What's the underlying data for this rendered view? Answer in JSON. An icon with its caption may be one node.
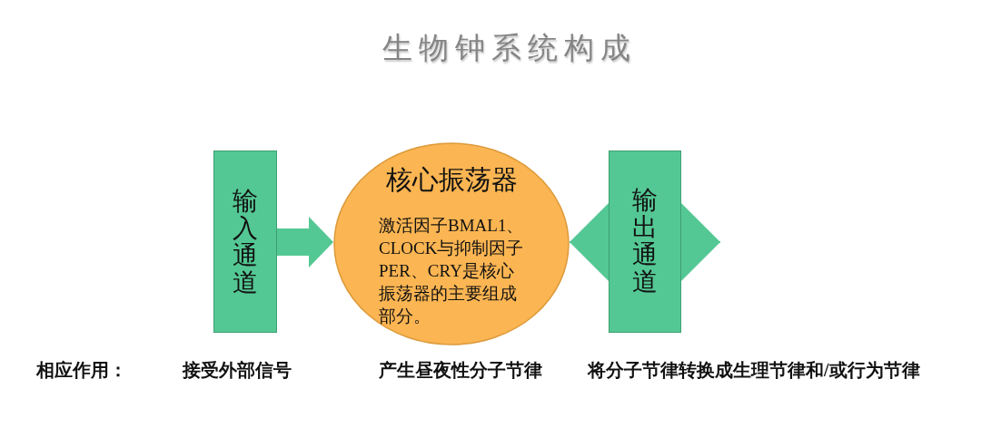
{
  "diagram": {
    "title": "生物钟系统构成",
    "nodes": [
      {
        "text": [
          "输入通道"
        ]
      },
      {
        "text": [
          "核心振荡器",
          "激活因子BMAL1、CLOCK与抑制因子PER、CRY是核心振荡器的主要组成部分。"
        ]
      },
      {
        "text": [
          "输出通道"
        ]
      }
    ],
    "edges": [
      {
        "from": 0,
        "to": 1,
        "arrow": "to",
        "style": "thick"
      },
      {
        "from": 2,
        "to": 1,
        "arrow": "to"
      },
      {
        "from": 2,
        "to": null,
        "arrow": "to"
      }
    ],
    "labels": [
      "相应作用：",
      "接受外部信号",
      "产生昼夜性分子节律",
      "将分子节律转换成生理节律和/或行为节律"
    ]
  }
}
